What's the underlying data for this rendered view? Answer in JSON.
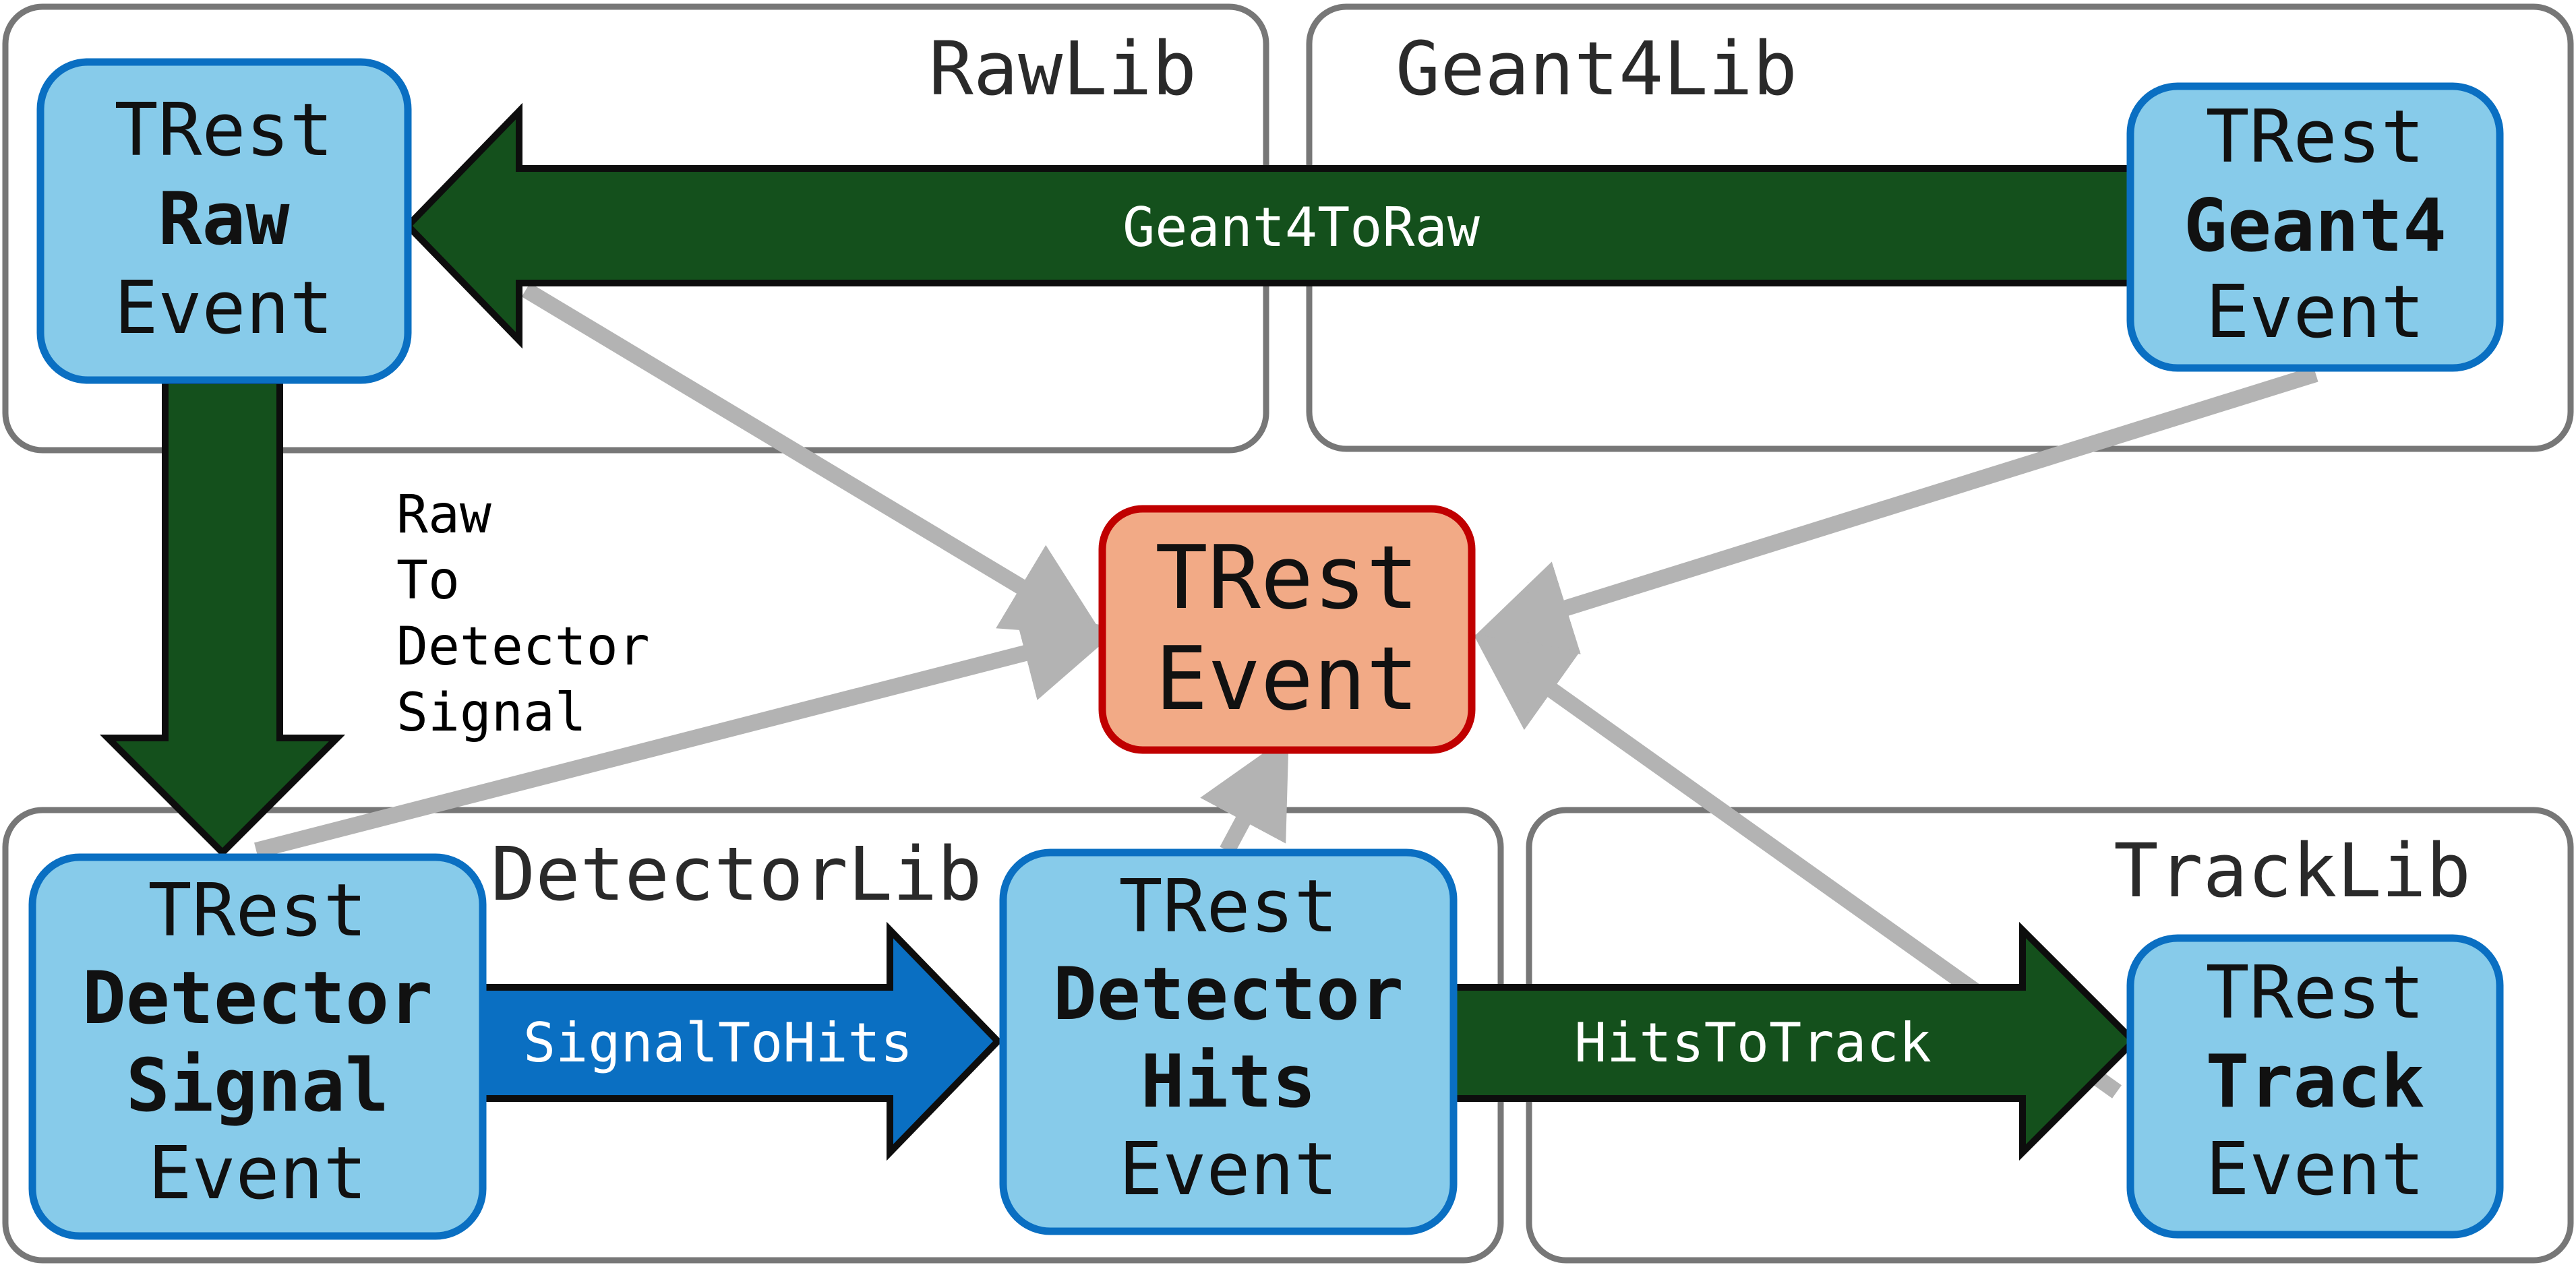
{
  "libraries": {
    "raw": "RawLib",
    "geant4": "Geant4Lib",
    "detector": "DetectorLib",
    "track": "TrackLib"
  },
  "events": {
    "raw": {
      "line1": "TRest",
      "line2": "Raw",
      "line3": "Event"
    },
    "geant4": {
      "line1": "TRest",
      "line2": "Geant4",
      "line3": "Event"
    },
    "detector_signal": {
      "line1": "TRest",
      "line2": "Detector",
      "line3": "Signal",
      "line4": "Event"
    },
    "detector_hits": {
      "line1": "TRest",
      "line2": "Detector",
      "line3": "Hits",
      "line4": "Event"
    },
    "track": {
      "line1": "TRest",
      "line2": "Track",
      "line3": "Event"
    },
    "base": {
      "line1": "TRest",
      "line2": "Event"
    }
  },
  "processes": {
    "geant4_to_raw": "Geant4ToRaw",
    "raw_to_signal": {
      "line1": "Raw",
      "line2": "To",
      "line3": "Detector",
      "line4": "Signal"
    },
    "signal_to_hits": "SignalToHits",
    "hits_to_track": "HitsToTrack"
  },
  "colors": {
    "event_fill": "#87cbea",
    "event_stroke": "#0a6fc2",
    "base_fill": "#f2aa86",
    "base_stroke": "#c00000",
    "process_green": "#14501c",
    "process_blue": "#0a6fc2",
    "inherit_gray": "#b3b3b3",
    "lib_stroke": "#777777"
  }
}
